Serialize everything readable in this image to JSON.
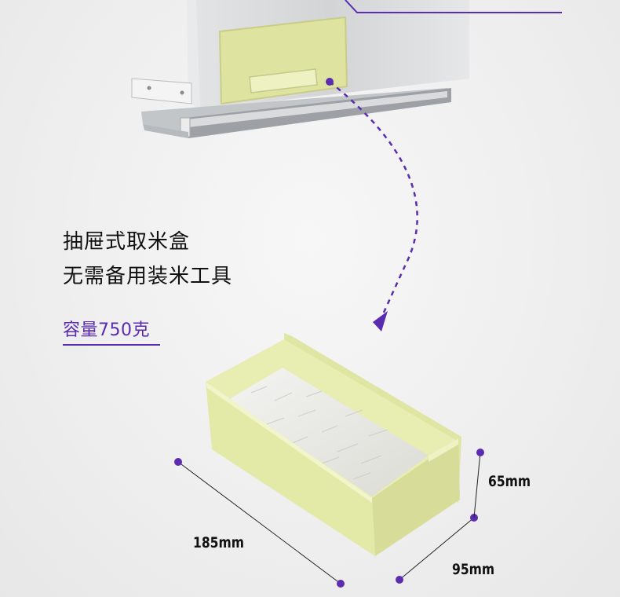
{
  "headline": {
    "line1": "抽屉式取米盒",
    "line2": "无需备用装米工具"
  },
  "capacity": "容量750克",
  "dimensions": {
    "length": "185mm",
    "width": "95mm",
    "height": "65mm"
  },
  "colors": {
    "accent": "#5b2bb0",
    "box_green": "#e4eaa6",
    "background": "#efefef"
  }
}
